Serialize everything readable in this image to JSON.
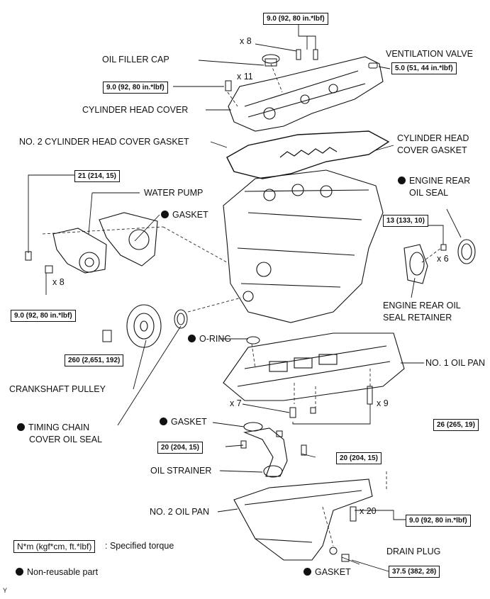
{
  "torque": {
    "cover_bolts": "9.0 (92, 80 in.*lbf)",
    "vent_valve": "5.0 (51, 44 in.*lbf)",
    "head_cover_side": "9.0 (92, 80 in.*lbf)",
    "water_pump_long": "21 (214, 15)",
    "water_pump_short": "9.0 (92, 80 in.*lbf)",
    "rear_seal_retainer": "13 (133, 10)",
    "crank_pulley": "260 (2,651, 192)",
    "oil_pan1_bolts": "26 (265, 19)",
    "strainer_nut": "20 (204, 15)",
    "strainer_bolt": "20 (204, 15)",
    "oil_pan2_bolts": "9.0 (92, 80 in.*lbf)",
    "drain_plug": "37.5 (382, 28)"
  },
  "counts": {
    "cover_x8": "x 8",
    "cover_x11": "x 11",
    "wp_x8": "x 8",
    "retainer_x6": "x 6",
    "pan1_x7": "x 7",
    "pan1_x9": "x 9",
    "pan2_x20": "x 20"
  },
  "parts": {
    "oil_filler_cap": "OIL FILLER CAP",
    "ventilation_valve": "VENTILATION VALVE",
    "cylinder_head_cover": "CYLINDER HEAD COVER",
    "no2_head_cover_gasket": "NO. 2 CYLINDER HEAD COVER GASKET",
    "head_cover_gasket_1": "CYLINDER HEAD",
    "head_cover_gasket_2": "COVER GASKET",
    "water_pump": "WATER PUMP",
    "wp_gasket": "GASKET",
    "engine_rear_oil_seal_1": "ENGINE REAR",
    "engine_rear_oil_seal_2": "OIL SEAL",
    "engine_rear_retainer_1": "ENGINE REAR OIL",
    "engine_rear_retainer_2": "SEAL RETAINER",
    "o_ring": "O-RING",
    "no1_oil_pan": "NO. 1 OIL PAN",
    "crankshaft_pulley": "CRANKSHAFT PULLEY",
    "timing_seal_1": "TIMING CHAIN",
    "timing_seal_2": "COVER OIL SEAL",
    "strainer_gasket": "GASKET",
    "oil_strainer": "OIL STRAINER",
    "no2_oil_pan": "NO. 2 OIL PAN",
    "drain_plug": "DRAIN PLUG",
    "drain_gasket": "GASKET"
  },
  "legend": {
    "torque_unit": "N*m (kgf*cm, ft.*lbf)",
    "torque_text": ": Specified torque",
    "nonreusable": "Non-reusable part"
  },
  "corner_mark": "Y"
}
